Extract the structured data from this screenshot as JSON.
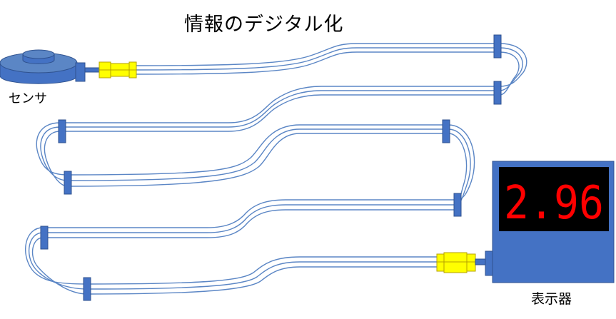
{
  "title": "情報のデジタル化",
  "sensor": {
    "label": "センサ"
  },
  "display": {
    "label": "表示器",
    "reading": "2.96"
  },
  "colors": {
    "wire": "#5b86c5",
    "connector": "#4472c4",
    "connector_dark": "#2f528f",
    "plug": "#ffff00",
    "plug_border": "#b5a000",
    "sensor_body": "#4472c4",
    "display_body": "#4472c4",
    "screen": "#000000",
    "digit": "#ff0000"
  }
}
